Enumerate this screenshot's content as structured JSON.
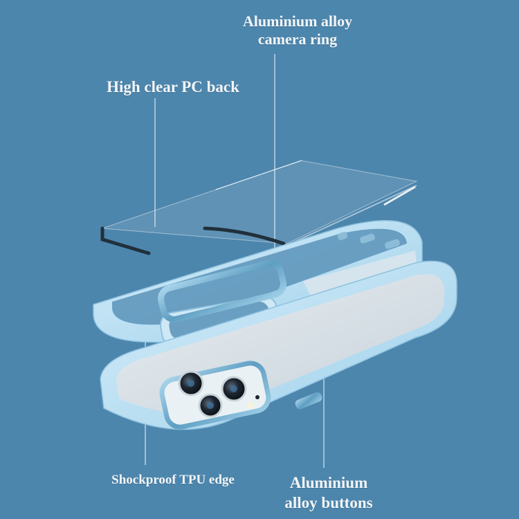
{
  "labels": {
    "camera_ring": [
      "Aluminium alloy",
      "camera ring"
    ],
    "pc_back": "High clear PC back",
    "tpu_edge": "Shockproof TPU edge",
    "buttons": [
      "Aluminium",
      "alloy buttons"
    ]
  },
  "colors": {
    "background": "#4d86ad",
    "case_blue": "#bfe3f5",
    "case_shadow": "#8fc2de",
    "ring_metal": "#7ab4d3",
    "lens_dark": "#1d2630",
    "label_text": "#f3f6f8",
    "leader_line": "#d9e8f2"
  }
}
